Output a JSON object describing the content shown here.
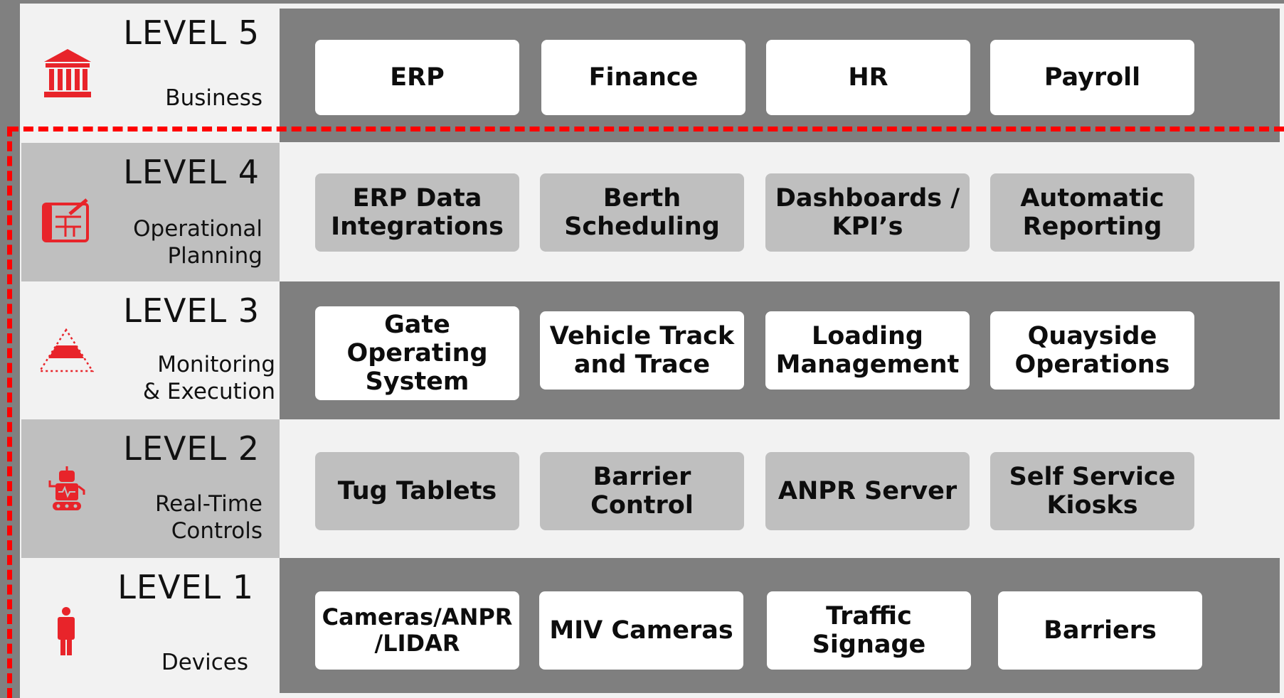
{
  "levels": [
    {
      "title": "LEVEL 5",
      "subtitle": "Business",
      "icon": "bank-icon",
      "items": [
        "ERP",
        "Finance",
        "HR",
        "Payroll"
      ]
    },
    {
      "title": "LEVEL 4",
      "subtitle": "Operational\nPlanning",
      "icon": "blueprint-icon",
      "items": [
        "ERP Data\nIntegrations",
        "Berth\nScheduling",
        "Dashboards /\nKPI’s",
        "Automatic\nReporting"
      ]
    },
    {
      "title": "LEVEL 3",
      "subtitle": "Monitoring\n& Execution",
      "icon": "pyramid-icon",
      "items": [
        "Gate\nOperating\nSystem",
        "Vehicle Track\nand Trace",
        "Loading\nManagement",
        "Quayside\nOperations"
      ]
    },
    {
      "title": "LEVEL 2",
      "subtitle": "Real-Time\nControls",
      "icon": "robot-icon",
      "items": [
        "Tug Tablets",
        "Barrier\nControl",
        "ANPR Server",
        "Self Service\nKiosks"
      ]
    },
    {
      "title": "LEVEL 1",
      "subtitle": "Devices",
      "icon": "person-icon",
      "items": [
        "Cameras/ANPR\n/LIDAR",
        "MIV Cameras",
        "Traffic\nSignage",
        "Barriers"
      ]
    }
  ],
  "colors": {
    "accent": "#e8242a",
    "dashed_boundary": "#ff0000",
    "dark_band": "#7f7f7f",
    "light_band": "#f2f2f2",
    "grey_panel": "#bfbfbf",
    "white_box": "#ffffff"
  }
}
